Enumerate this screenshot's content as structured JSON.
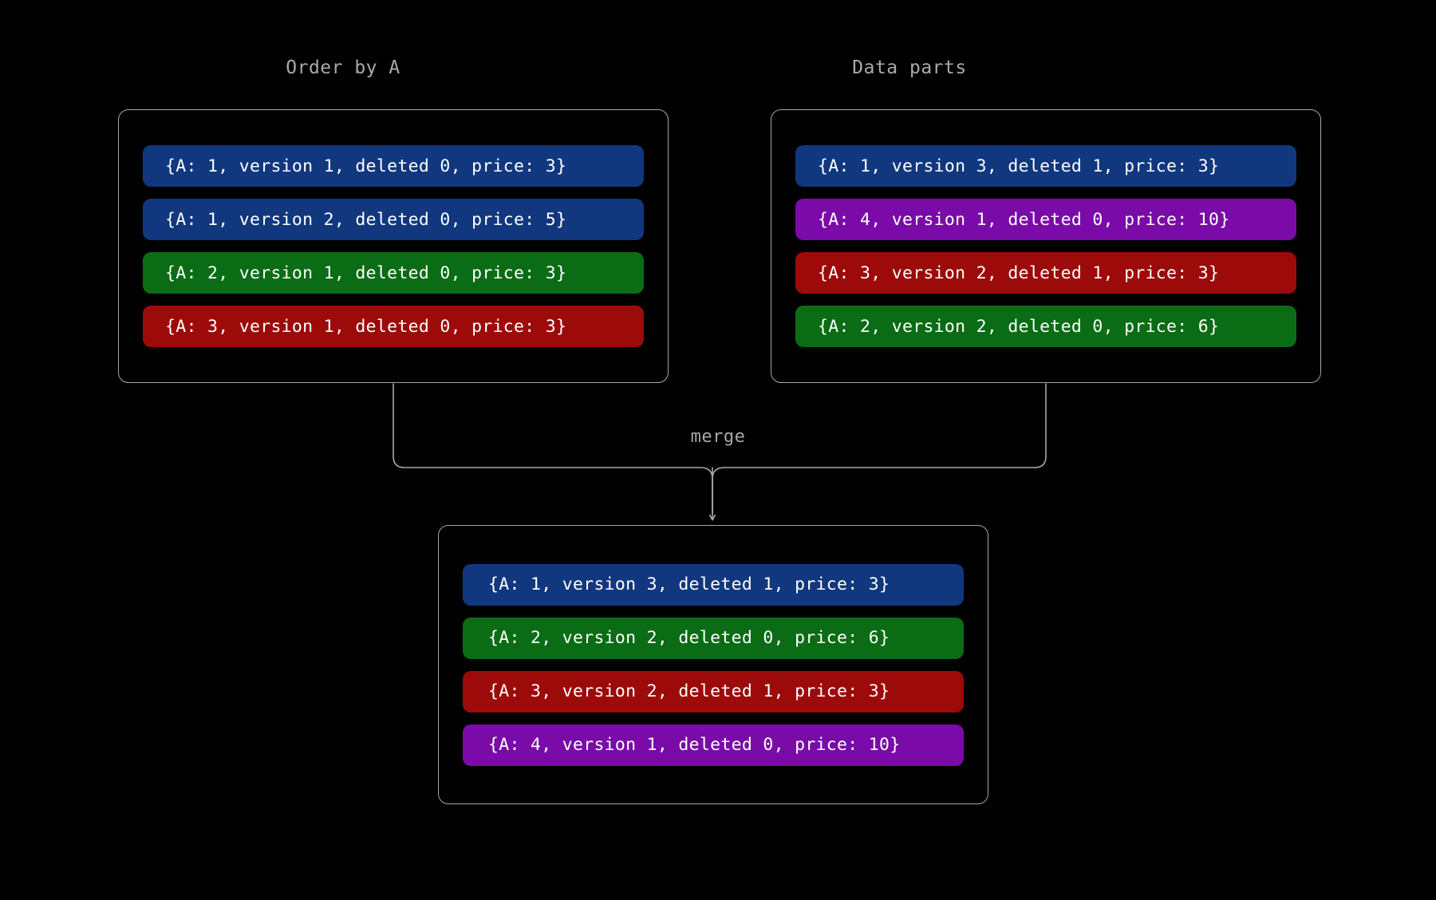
{
  "diagram": {
    "title_order": "Order by A",
    "title_parts": "Data parts",
    "merge_label": "merge",
    "colors": {
      "background": "#000000",
      "border": "#a6a6a6",
      "title_text": "#aaaaaa",
      "record_text": "#ffffff",
      "blue": "#11377e",
      "green": "#0a6c14",
      "red": "#9c0a0a",
      "purple": "#7a0ba8",
      "connector": "#a8a8a8"
    }
  },
  "panels": {
    "order_by_a": {
      "label": "Order by A",
      "rows": [
        {
          "text": "{A: 1, version 1, deleted 0, price: 3}",
          "color": "blue",
          "A": 1,
          "version": 1,
          "deleted": 0,
          "price": 3
        },
        {
          "text": "{A: 1, version 2, deleted 0, price: 5}",
          "color": "blue",
          "A": 1,
          "version": 2,
          "deleted": 0,
          "price": 5
        },
        {
          "text": "{A: 2, version 1, deleted 0, price: 3}",
          "color": "green",
          "A": 2,
          "version": 1,
          "deleted": 0,
          "price": 3
        },
        {
          "text": "{A: 3, version 1, deleted 0, price: 3}",
          "color": "red",
          "A": 3,
          "version": 1,
          "deleted": 0,
          "price": 3
        }
      ]
    },
    "data_parts": {
      "label": "Data parts",
      "rows": [
        {
          "text": "{A: 1, version 3, deleted 1, price: 3}",
          "color": "blue",
          "A": 1,
          "version": 3,
          "deleted": 1,
          "price": 3
        },
        {
          "text": "{A: 4, version 1, deleted 0, price: 10}",
          "color": "purple",
          "A": 4,
          "version": 1,
          "deleted": 0,
          "price": 10
        },
        {
          "text": "{A: 3, version 2, deleted 1, price: 3}",
          "color": "red",
          "A": 3,
          "version": 2,
          "deleted": 1,
          "price": 3
        },
        {
          "text": "{A: 2, version 2, deleted 0, price: 6}",
          "color": "green",
          "A": 2,
          "version": 2,
          "deleted": 0,
          "price": 6
        }
      ]
    },
    "merged": {
      "label": "",
      "rows": [
        {
          "text": "{A: 1, version 3, deleted 1, price: 3}",
          "color": "blue",
          "A": 1,
          "version": 3,
          "deleted": 1,
          "price": 3
        },
        {
          "text": "{A: 2, version 2, deleted 0, price: 6}",
          "color": "green",
          "A": 2,
          "version": 2,
          "deleted": 0,
          "price": 6
        },
        {
          "text": "{A: 3, version 2, deleted 1, price: 3}",
          "color": "red",
          "A": 3,
          "version": 2,
          "deleted": 1,
          "price": 3
        },
        {
          "text": "{A: 4, version 1, deleted 0, price: 10}",
          "color": "purple",
          "A": 4,
          "version": 1,
          "deleted": 0,
          "price": 10
        }
      ]
    }
  }
}
